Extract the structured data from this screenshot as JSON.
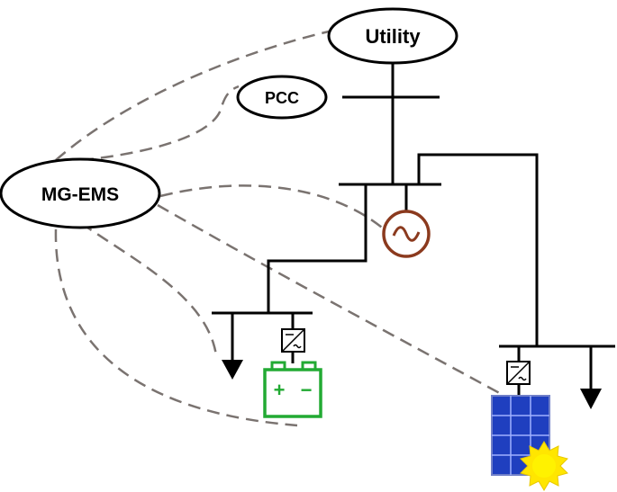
{
  "nodes": {
    "utility": "Utility",
    "pcc": "PCC",
    "mgems": "MG-EMS"
  },
  "battery": {
    "plus": "+",
    "minus": "−"
  },
  "icons": {
    "generator": "ac-generator-icon",
    "battery": "battery-icon",
    "solar": "solar-panel-icon",
    "sun": "sun-icon",
    "converter": "power-converter-icon",
    "load": "load-arrow-icon"
  },
  "colors": {
    "generator": "#8b3a1e",
    "battery": "#22aa33",
    "solar_panel": "#1f3fbf",
    "sun": "#ffe600",
    "communication_link": "#7a7370"
  }
}
